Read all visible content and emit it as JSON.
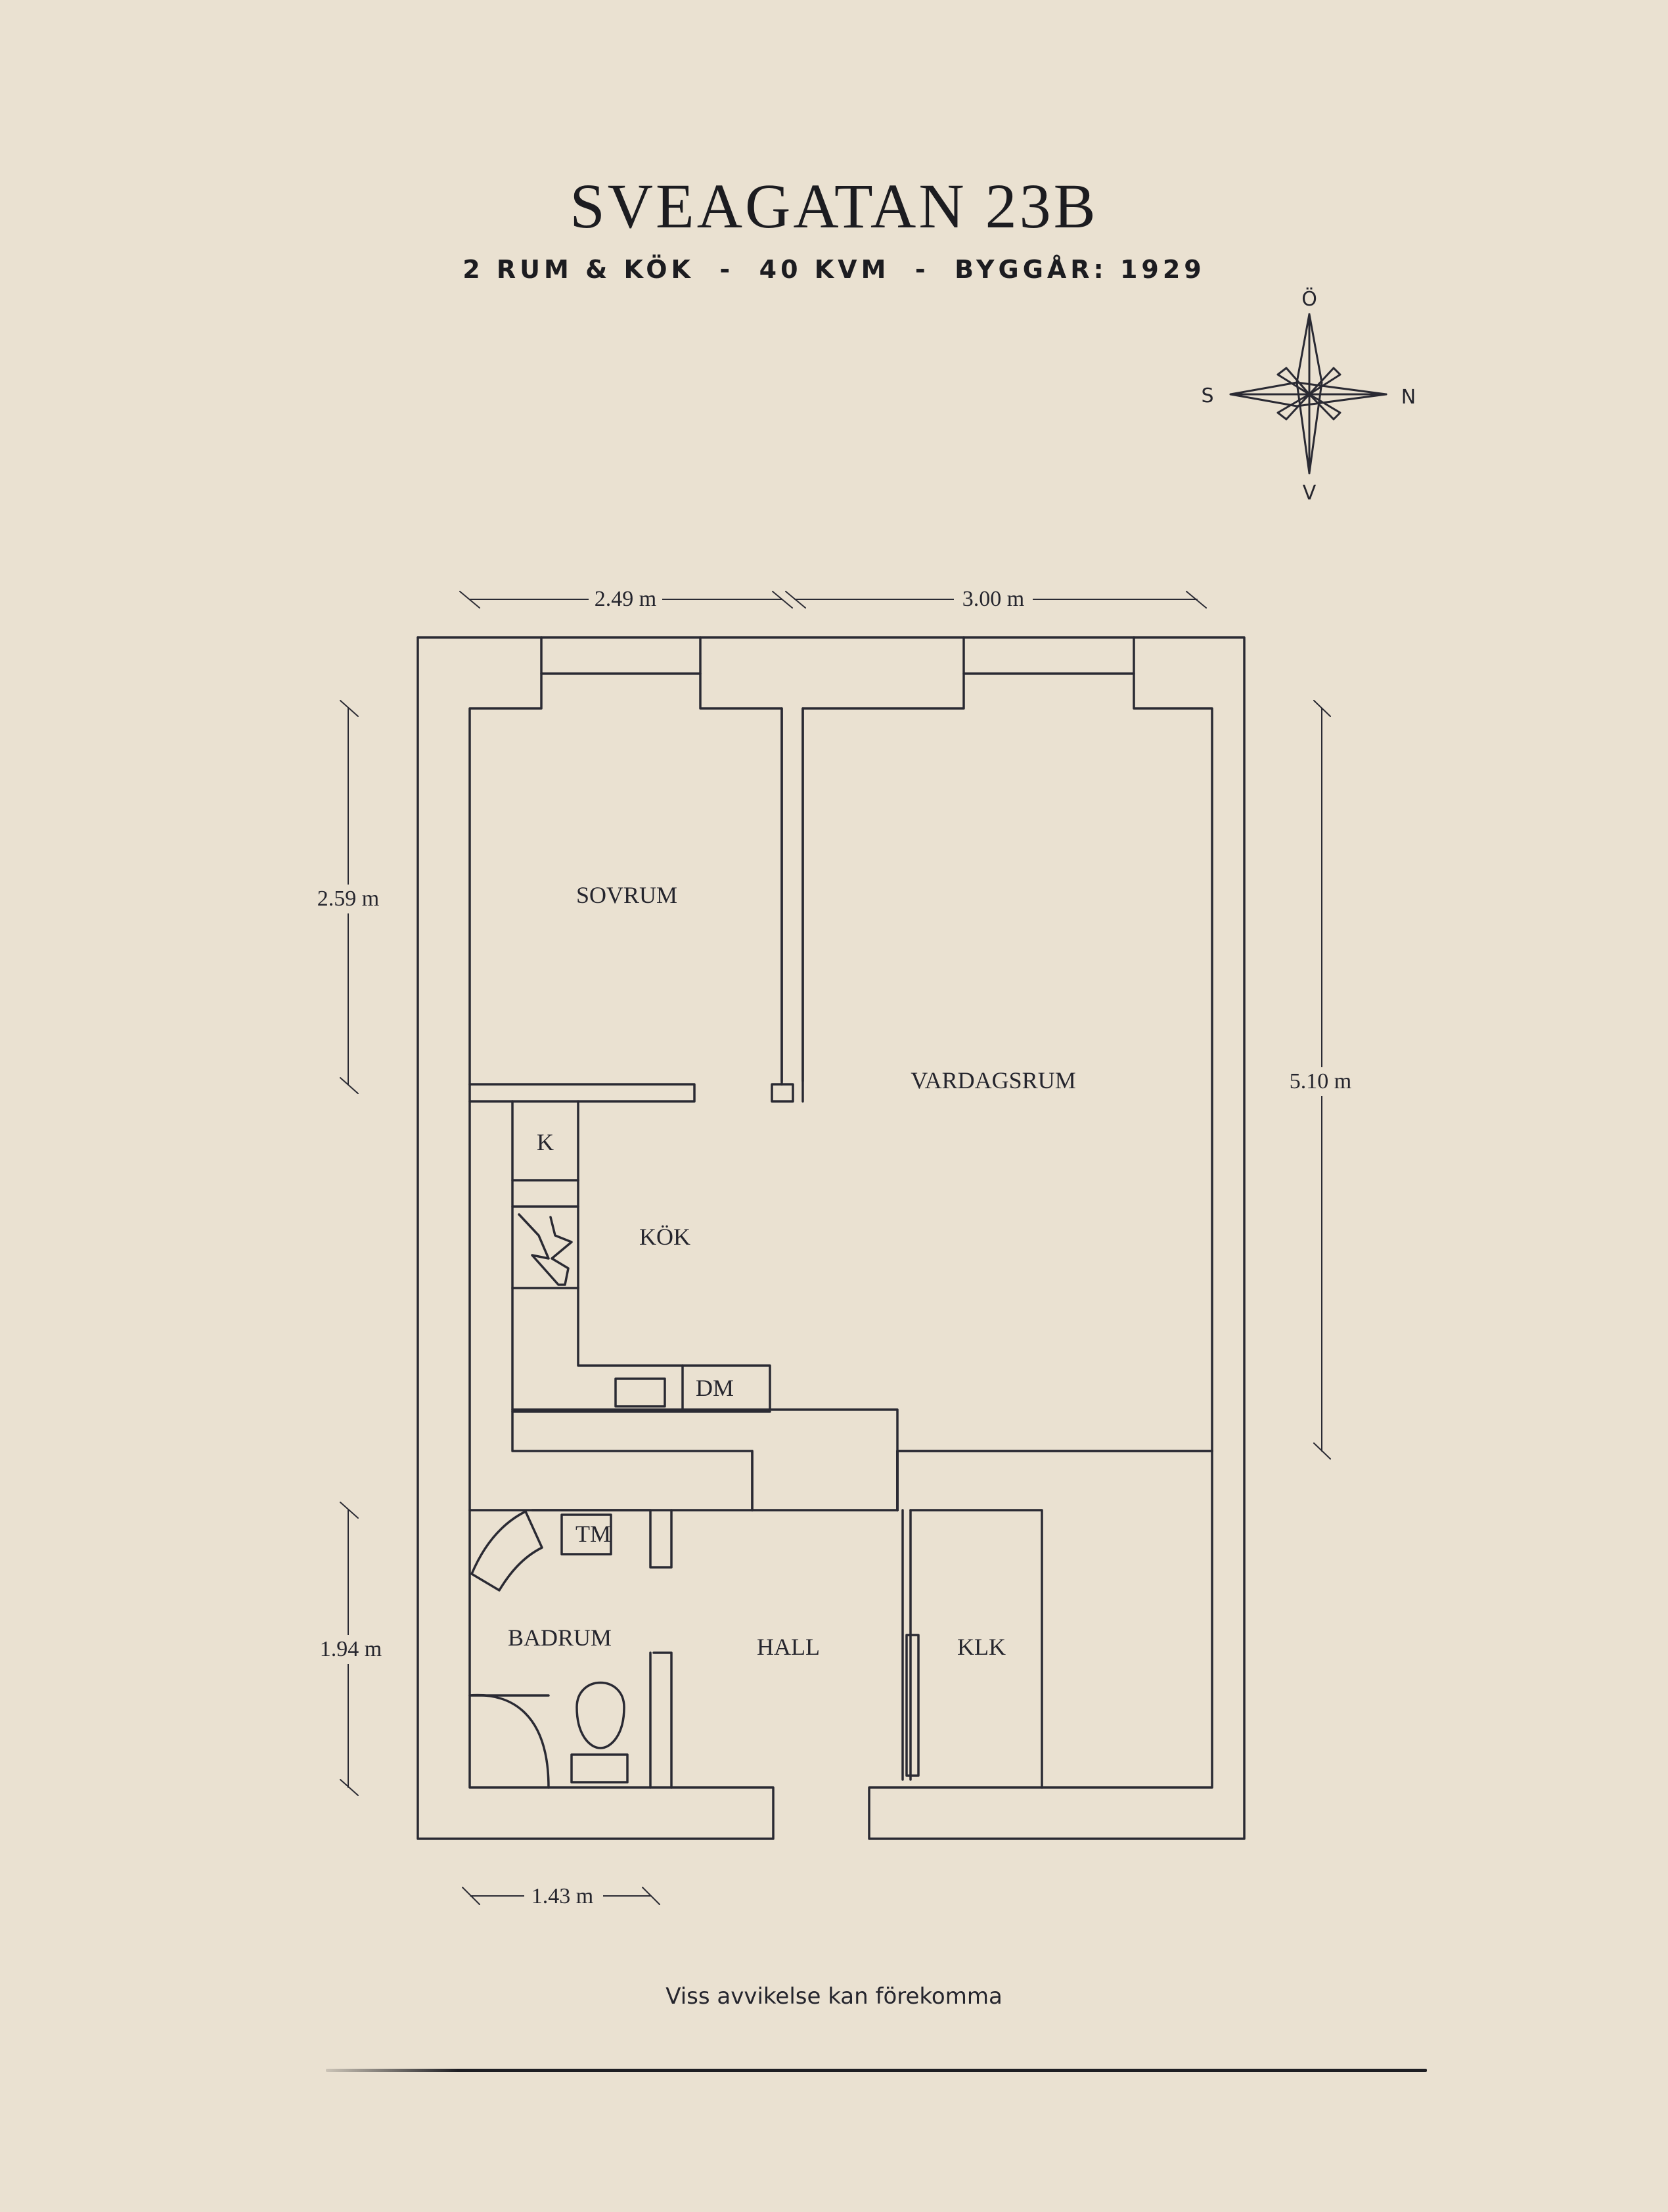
{
  "header": {
    "title": "SVEAGATAN 23B",
    "subtitle": "2 RUM & KÖK  -  40 KVM  -  BYGGÅR: 1929"
  },
  "compass": {
    "north": "N",
    "south": "S",
    "east": "Ö",
    "west": "V"
  },
  "rooms": {
    "sovrum": "SOVRUM",
    "vardagsrum": "VARDAGSRUM",
    "kok": "KÖK",
    "kyl": "K",
    "diskmaskin": "DM",
    "tvattmaskin": "TM",
    "badrum": "BADRUM",
    "hall": "HALL",
    "klk": "KLK"
  },
  "dimensions": {
    "top_left": "2.49 m",
    "top_right": "3.00 m",
    "left_upper": "2.59 m",
    "left_lower": "1.94 m",
    "right": "5.10 m",
    "bottom": "1.43 m"
  },
  "footer": {
    "disclaimer": "Viss avvikelse kan förekomma"
  },
  "colors": {
    "background": "#eae1d1",
    "ink": "#2a2a33"
  }
}
